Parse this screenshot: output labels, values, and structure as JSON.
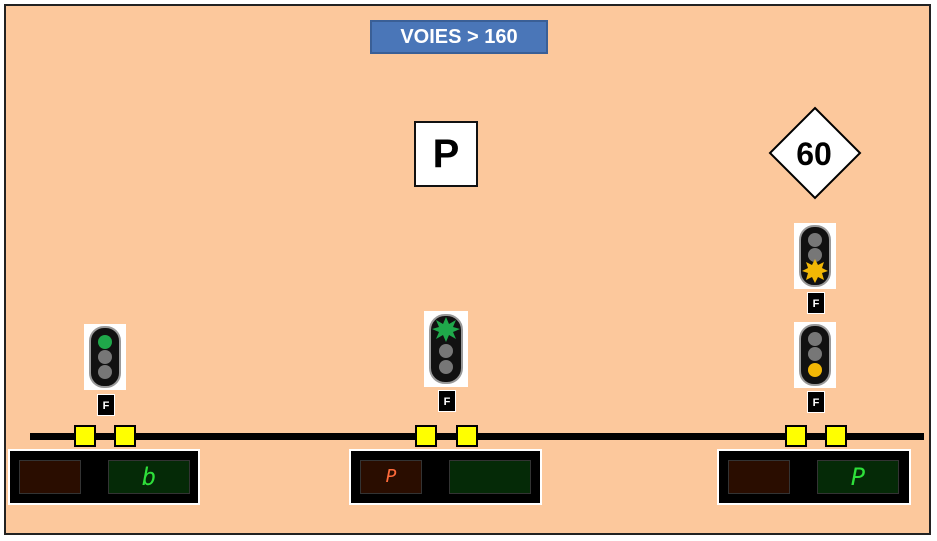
{
  "header": {
    "title": "VOIES > 160"
  },
  "boards": {
    "p_letter": "P",
    "speed_limit": "60"
  },
  "signals": [
    {
      "id": "left",
      "plate": "F",
      "lamps": [
        "green",
        "off",
        "off"
      ]
    },
    {
      "id": "middle",
      "plate": "F",
      "lamps": [
        "green-flashing",
        "off",
        "off"
      ]
    },
    {
      "id": "right-upper",
      "plate": "F",
      "lamps": [
        "off",
        "off",
        "yellow-flashing"
      ]
    },
    {
      "id": "right-lower",
      "plate": "F",
      "lamps": [
        "off",
        "off",
        "yellow"
      ]
    }
  ],
  "consoles": [
    {
      "id": "left",
      "red_display": "",
      "green_display": "b"
    },
    {
      "id": "middle",
      "red_display": "P",
      "green_display": ""
    },
    {
      "id": "right",
      "red_display": "",
      "green_display": "P"
    }
  ],
  "colors": {
    "background": "#fcc89c",
    "title_fill": "#4a76b8",
    "lamp_green": "#1fa84a",
    "lamp_yellow": "#f2b705",
    "lamp_off": "#777777",
    "track_circuit": "#ffff00",
    "display_red_text": "#ff6a3a",
    "display_green_text": "#2ee03a"
  }
}
